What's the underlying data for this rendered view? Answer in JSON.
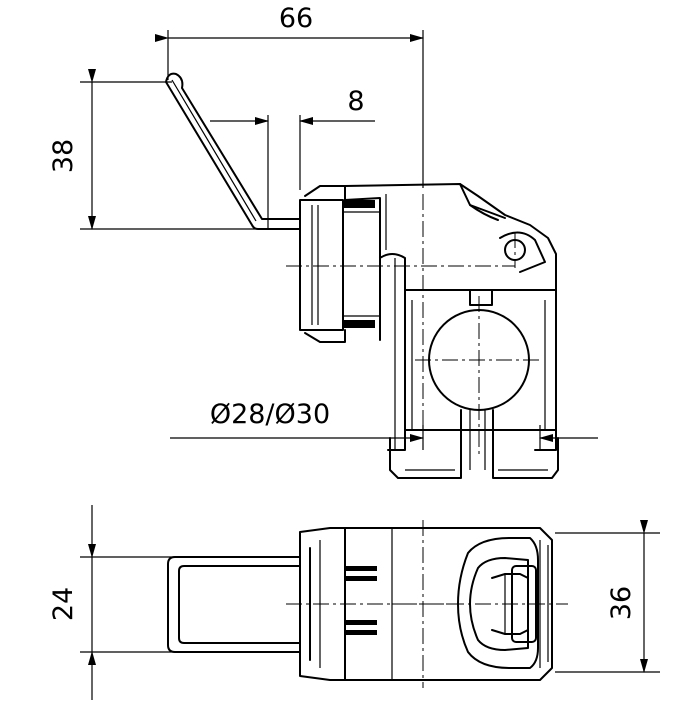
{
  "dimensions": {
    "width_overall": "66",
    "bolt_offset": "8",
    "handle_height": "38",
    "tube_diameter": "Ø28/Ø30",
    "top_view_width": "24",
    "top_view_height": "36"
  }
}
